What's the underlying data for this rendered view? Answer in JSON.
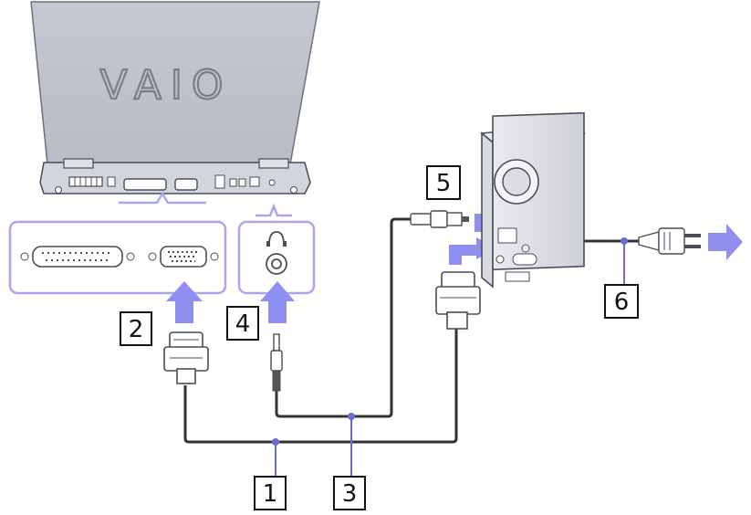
{
  "laptop": {
    "brand": "VAIO"
  },
  "callouts": [
    {
      "id": "1",
      "label": "1"
    },
    {
      "id": "2",
      "label": "2"
    },
    {
      "id": "3",
      "label": "3"
    },
    {
      "id": "4",
      "label": "4"
    },
    {
      "id": "5",
      "label": "5"
    },
    {
      "id": "6",
      "label": "6"
    }
  ],
  "colors": {
    "laptop_body": "#c9ccd4",
    "outline": "#4a4d57",
    "accent_blue": "#8f8ff0",
    "highlight_box": "#a7a7f0",
    "cable": "#333333"
  },
  "icons": [
    "headphone-icon",
    "vga-port-icon",
    "parallel-port-icon",
    "speaker-icon",
    "power-plug-icon"
  ]
}
